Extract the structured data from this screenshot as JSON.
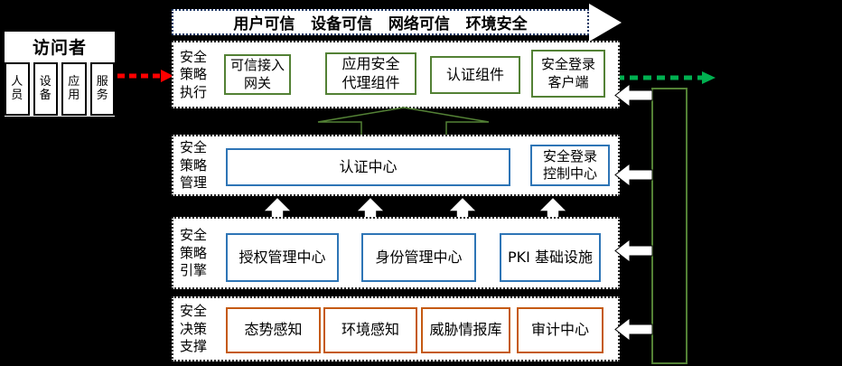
{
  "visitor": {
    "title": "访问者",
    "items": [
      "人\n员",
      "设\n备",
      "应\n用",
      "服\n务"
    ]
  },
  "top_arrow": {
    "text": "用户可信   设备可信   网络可信   环境安全"
  },
  "layers": [
    {
      "label": "安全\n策略\n执行",
      "boxes": [
        "可信接入\n网关",
        "应用安全\n代理组件",
        "认证组件",
        "安全登录\n客户端"
      ]
    },
    {
      "label": "安全\n策略\n管理",
      "boxes": [
        "认证中心",
        "安全登录\n控制中心"
      ]
    },
    {
      "label": "安全\n策略\n引擎",
      "boxes": [
        "授权管理中心",
        "身份管理中心",
        "PKI 基础设施"
      ]
    },
    {
      "label": "安全\n决策\n支撑",
      "boxes": [
        "态势感知",
        "环境感知",
        "威胁情报库",
        "审计中心"
      ]
    }
  ],
  "colors": {
    "background": "#000000",
    "enforcement_box_border": "#538135",
    "management_box_border": "#2E75B6",
    "support_box_border": "#C55A11",
    "inbound_arrow": "#FF0000",
    "outbound_arrow": "#00B050",
    "banner_border": "#1F3864",
    "vertical_bus_border": "#538135"
  }
}
